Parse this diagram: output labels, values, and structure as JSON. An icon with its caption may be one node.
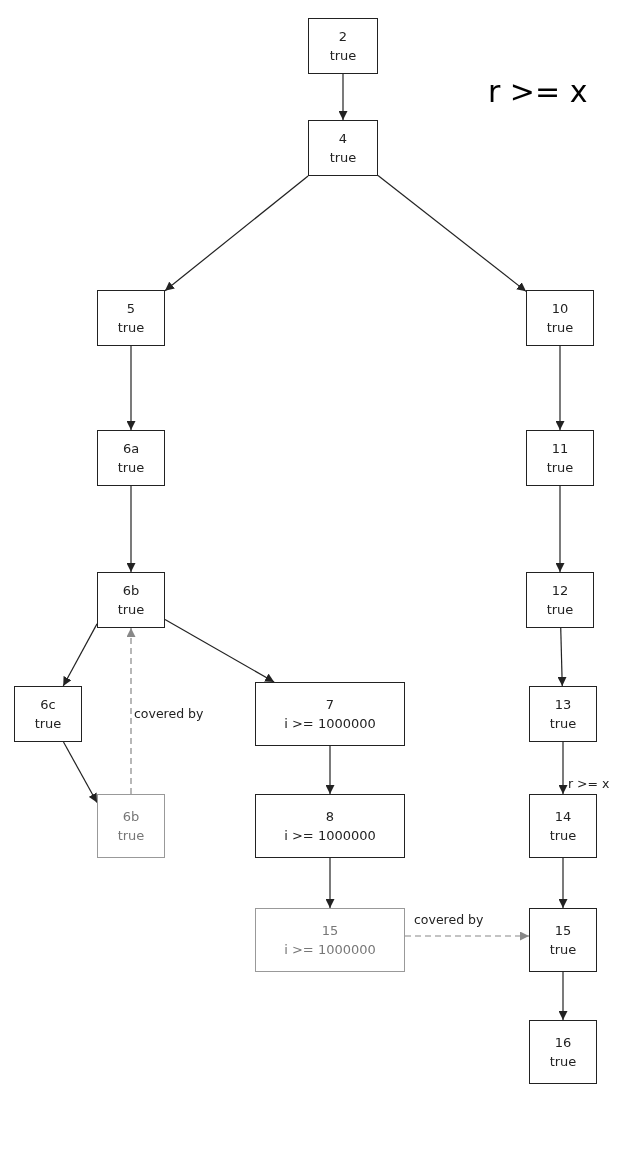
{
  "diagram": {
    "nodes": [
      {
        "text": [
          "2",
          "true"
        ]
      },
      {
        "text": [
          "4",
          "true"
        ]
      },
      {
        "text": [
          "5",
          "true"
        ]
      },
      {
        "text": [
          "10",
          "true"
        ]
      },
      {
        "text": [
          "6a",
          "true"
        ]
      },
      {
        "text": [
          "11",
          "true"
        ]
      },
      {
        "text": [
          "6b",
          "true"
        ]
      },
      {
        "text": [
          "12",
          "true"
        ]
      },
      {
        "text": [
          "6c",
          "true"
        ]
      },
      {
        "text": [
          "7",
          "i >= 1000000"
        ]
      },
      {
        "text": [
          "13",
          "true"
        ]
      },
      {
        "text": [
          "6b",
          "true"
        ]
      },
      {
        "text": [
          "8",
          "i >= 1000000"
        ]
      },
      {
        "text": [
          "14",
          "true"
        ]
      },
      {
        "text": [
          "15",
          "i >= 1000000"
        ]
      },
      {
        "text": [
          "15",
          "true"
        ]
      },
      {
        "text": [
          "16",
          "true"
        ]
      }
    ],
    "edges": [
      {
        "from": 0,
        "to": 1,
        "arrow": "to"
      },
      {
        "from": 1,
        "to": 2,
        "arrow": "to"
      },
      {
        "from": 1,
        "to": 3,
        "arrow": "to"
      },
      {
        "from": 2,
        "to": 4,
        "arrow": "to"
      },
      {
        "from": 4,
        "to": 6,
        "arrow": "to"
      },
      {
        "from": 6,
        "to": 8,
        "arrow": "to"
      },
      {
        "from": 6,
        "to": 9,
        "arrow": "to"
      },
      {
        "from": 8,
        "to": 11,
        "arrow": "to"
      },
      {
        "from": 11,
        "to": 6,
        "arrow": "to",
        "label": "covered by",
        "style": "dashed",
        "color": "#888888"
      },
      {
        "from": 9,
        "to": 12,
        "arrow": "to"
      },
      {
        "from": 12,
        "to": 14,
        "arrow": "to"
      },
      {
        "from": 14,
        "to": 15,
        "arrow": "to",
        "label": "covered by",
        "style": "dashed",
        "color": "#888888"
      },
      {
        "from": 3,
        "to": 5,
        "arrow": "to"
      },
      {
        "from": 5,
        "to": 7,
        "arrow": "to"
      },
      {
        "from": 7,
        "to": 10,
        "arrow": "to"
      },
      {
        "from": 10,
        "to": 13,
        "arrow": "to",
        "label": "r >= x"
      },
      {
        "from": 13,
        "to": 15,
        "arrow": "to"
      },
      {
        "from": 15,
        "to": 16,
        "arrow": "to"
      }
    ],
    "labels": [
      "r >= x"
    ]
  }
}
